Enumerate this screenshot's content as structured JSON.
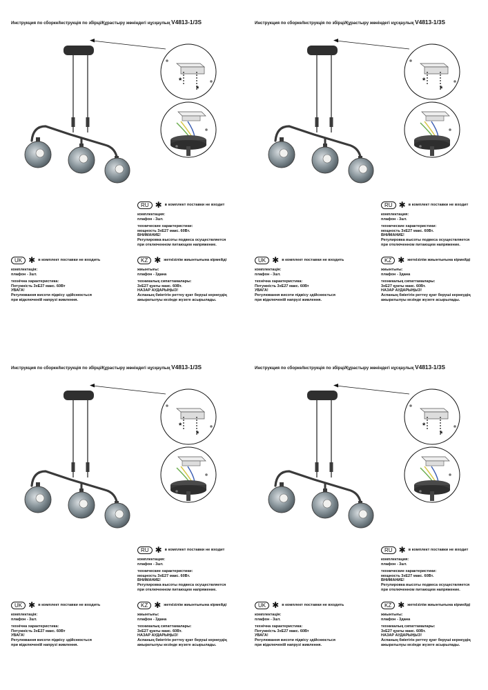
{
  "colors": {
    "ink": "#111111",
    "frame": "#3a3a3a",
    "glass": "#7f8a90",
    "wire_green": "#6cae4f",
    "wire_yellow": "#d8c84a",
    "wire_blue": "#3d5fb2"
  },
  "instruction_pages": [
    {
      "title": "Инструкция по сборке/Інструкція по збірці/Құрастыру жөніндегі нұсқаулық",
      "model": "V4813-1/3S",
      "ru": {
        "badge": "RU",
        "note": "в комплект поставки не входит",
        "kit_label": "комплектация:",
        "kit_value": "плафон - 3шт.",
        "specs_label": "технические характеристики:",
        "specs_value": "мощность 3хЕ27 макс. 60Вт.",
        "warning_title": "ВНИМАНИЕ!",
        "warning_line1": "Регулировка высоты подвеса осуществляется",
        "warning_line2": "при отключенном питающем напряжение."
      },
      "uk": {
        "badge": "UK",
        "note": "в комплект поставки не входить",
        "kit_label": "комплектація:",
        "kit_value": "плафон - 3шт.",
        "specs_label": "технічна характеристика:",
        "specs_value": "Потужність 3хЕ27 макс. 60Вт",
        "warning_title": "УВАГА!",
        "warning_line1": "Регулювання висоти підвісу здійснюється",
        "warning_line2": "при відключеній напрузі живлення."
      },
      "kz": {
        "badge": "KZ",
        "note": "жеткізілім жиынтығына кірмейді",
        "kit_label": "жиынтығы:",
        "kit_value": "плафон - 3дана",
        "specs_label": "техникалық сипаттамалары:",
        "specs_value": "3хЕ27 қуаты макс. 60Вт.",
        "warning_title": "НАЗАР АУДАРЫҢЫЗ!",
        "warning_line1": "Аспаның биіктігін реттеу қуат беруші кернеудің",
        "warning_line2": "ажыратылуы кезінде жүзеге асырылады."
      }
    },
    {
      "title": "Инструкция по сборке/Інструкція по збірці/Құрастыру жөніндегі нұсқаулық",
      "model": "V4813-1/3S",
      "ru": {
        "badge": "RU",
        "note": "в комплект поставки не входит",
        "kit_label": "комплектация:",
        "kit_value": "плафон - 3шт.",
        "specs_label": "технические характеристики:",
        "specs_value": "мощность 3хЕ27 макс. 60Вт.",
        "warning_title": "ВНИМАНИЕ!",
        "warning_line1": "Регулировка высоты подвеса осуществляется",
        "warning_line2": "при отключенном питающем напряжение."
      },
      "uk": {
        "badge": "UK",
        "note": "в комплект поставки не входить",
        "kit_label": "комплектація:",
        "kit_value": "плафон - 3шт.",
        "specs_label": "технічна характеристика:",
        "specs_value": "Потужність 3хЕ27 макс. 60Вт",
        "warning_title": "УВАГА!",
        "warning_line1": "Регулювання висоти підвісу здійснюється",
        "warning_line2": "при відключеній напрузі живлення."
      },
      "kz": {
        "badge": "KZ",
        "note": "жеткізілім жиынтығына кірмейді",
        "kit_label": "жиынтығы:",
        "kit_value": "плафон - 3дана",
        "specs_label": "техникалық сипаттамалары:",
        "specs_value": "3хЕ27 қуаты макс. 60Вт.",
        "warning_title": "НАЗАР АУДАРЫҢЫЗ!",
        "warning_line1": "Аспаның биіктігін реттеу қуат беруші кернеудің",
        "warning_line2": "ажыратылуы кезінде жүзеге асырылады."
      }
    },
    {
      "title": "Инструкция по сборке/Інструкція по збірці/Құрастыру жөніндегі нұсқаулық",
      "model": "V4813-1/3S",
      "ru": {
        "badge": "RU",
        "note": "в комплект поставки не входит",
        "kit_label": "комплектация:",
        "kit_value": "плафон - 3шт.",
        "specs_label": "технические характеристики:",
        "specs_value": "мощность 3хЕ27 макс. 60Вт.",
        "warning_title": "ВНИМАНИЕ!",
        "warning_line1": "Регулировка высоты подвеса осуществляется",
        "warning_line2": "при отключенном питающем напряжение."
      },
      "uk": {
        "badge": "UK",
        "note": "в комплект поставки не входить",
        "kit_label": "комплектація:",
        "kit_value": "плафон - 3шт.",
        "specs_label": "технічна характеристика:",
        "specs_value": "Потужність 3хЕ27 макс. 60Вт",
        "warning_title": "УВАГА!",
        "warning_line1": "Регулювання висоти підвісу здійснюється",
        "warning_line2": "при відключеній напрузі живлення."
      },
      "kz": {
        "badge": "KZ",
        "note": "жеткізілім жиынтығына кірмейді",
        "kit_label": "жиынтығы:",
        "kit_value": "плафон - 3дана",
        "specs_label": "техникалық сипаттамалары:",
        "specs_value": "3хЕ27 қуаты макс. 60Вт.",
        "warning_title": "НАЗАР АУДАРЫҢЫЗ!",
        "warning_line1": "Аспаның биіктігін реттеу қуат беруші кернеудің",
        "warning_line2": "ажыратылуы кезінде жүзеге асырылады."
      }
    },
    {
      "title": "Инструкция по сборке/Інструкція по збірці/Құрастыру жөніндегі нұсқаулық",
      "model": "V4813-1/3S",
      "ru": {
        "badge": "RU",
        "note": "в комплект поставки не входит",
        "kit_label": "комплектация:",
        "kit_value": "плафон - 3шт.",
        "specs_label": "технические характеристики:",
        "specs_value": "мощность 3хЕ27 макс. 60Вт.",
        "warning_title": "ВНИМАНИЕ!",
        "warning_line1": "Регулировка высоты подвеса осуществляется",
        "warning_line2": "при отключенном питающем напряжение."
      },
      "uk": {
        "badge": "UK",
        "note": "в комплект поставки не входить",
        "kit_label": "комплектація:",
        "kit_value": "плафон - 3шт.",
        "specs_label": "технічна характеристика:",
        "specs_value": "Потужність 3хЕ27 макс. 60Вт",
        "warning_title": "УВАГА!",
        "warning_line1": "Регулювання висоти підвісу здійснюється",
        "warning_line2": "при відключеній напрузі живлення."
      },
      "kz": {
        "badge": "KZ",
        "note": "жеткізілім жиынтығына кірмейді",
        "kit_label": "жиынтығы:",
        "kit_value": "плафон - 3дана",
        "specs_label": "техникалық сипаттамалары:",
        "specs_value": "3хЕ27 қуаты макс. 60Вт.",
        "warning_title": "НАЗАР АУДАРЫҢЫЗ!",
        "warning_line1": "Аспаның биіктігін реттеу қуат беруші кернеудің",
        "warning_line2": "ажыратылуы кезінде жүзеге асырылады."
      }
    }
  ]
}
